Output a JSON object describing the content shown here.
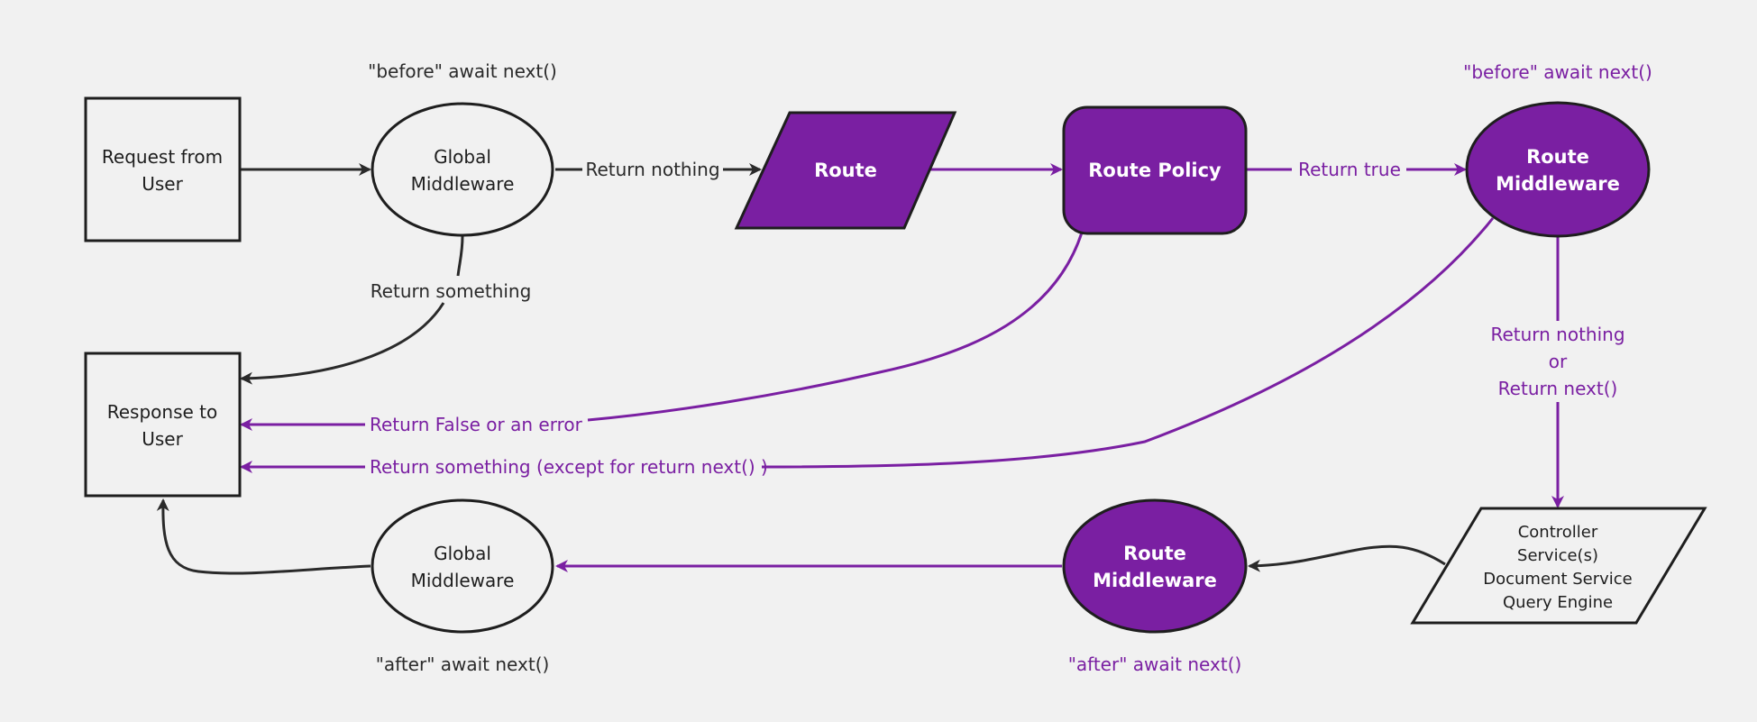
{
  "colors": {
    "background": "#f1f1f1",
    "purple": "#7a1fa2",
    "dark": "#2a2a2a",
    "node_fill_light": "#f1f1f1"
  },
  "nodes": {
    "request": [
      "Request from",
      "User"
    ],
    "global_mw_top": [
      "Global",
      "Middleware"
    ],
    "route": "Route",
    "route_policy": "Route Policy",
    "route_mw_top": [
      "Route",
      "Middleware"
    ],
    "response": [
      "Response to",
      "User"
    ],
    "global_mw_bottom": [
      "Global",
      "Middleware"
    ],
    "route_mw_bottom": [
      "Route",
      "Middleware"
    ],
    "controller": [
      "Controller",
      "Service(s)",
      "Document Service",
      "Query Engine"
    ]
  },
  "labels": {
    "before_global": "\"before\" await next()",
    "before_route": "\"before\" await next()",
    "after_global": "\"after\" await next()",
    "after_route": "\"after\" await next()",
    "return_nothing": "Return nothing",
    "return_true": "Return true",
    "return_something": "Return something",
    "return_false": "Return False or an error",
    "return_something_except": "Return something (except for return next() )",
    "return_nothing_or_next": [
      "Return nothing",
      "or",
      "Return next()"
    ]
  }
}
